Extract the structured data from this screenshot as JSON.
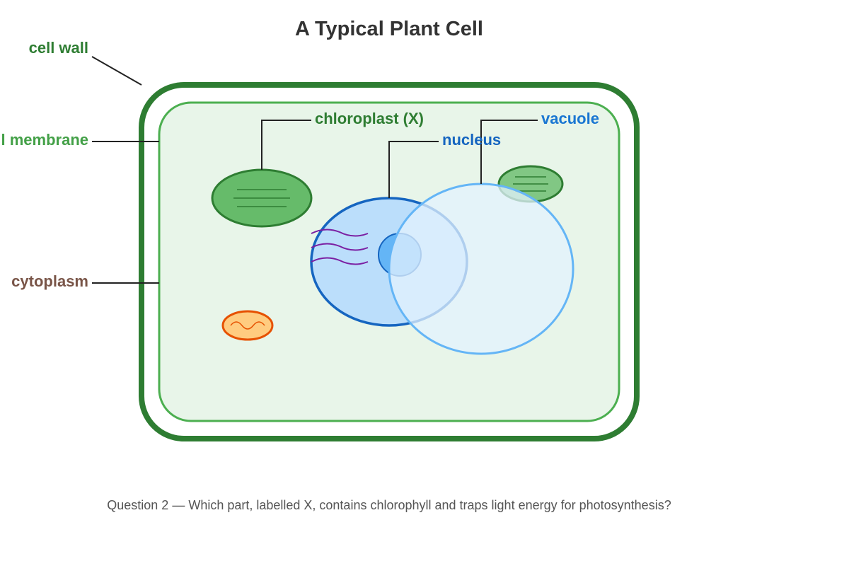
{
  "title": "A Typical Plant Cell",
  "labels": {
    "cell_wall": "cell wall",
    "cell_membrane": "cell membrane",
    "cytoplasm": "cytoplasm",
    "chloroplast": "chloroplast (X)",
    "nucleus": "nucleus",
    "vacuole": "vacuole"
  },
  "question": "Question 2 — Which part, labelled X, contains chlorophyll and traps light energy for photosynthesis?",
  "colors": {
    "cell_wall": "#2e7d32",
    "cell_membrane": "#43a047",
    "cytoplasm_fill": "#e8f5e9",
    "cytoplasm_label": "#795548",
    "chloroplast_fill": "#66bb6a",
    "chloroplast_outline": "#2e7d32",
    "nucleus_fill": "#bbdefb",
    "nucleus_outline": "#1565c0",
    "nucleus_label": "#1565c0",
    "vacuole_fill": "#e3f2fd",
    "vacuole_outline": "#64b5f6",
    "vacuole_label": "#1976d2",
    "mitochondrion_fill": "#ffcc80",
    "mitochondrion_outline": "#e65100",
    "chromatin": "#7b1fa2",
    "title": "#333333"
  }
}
